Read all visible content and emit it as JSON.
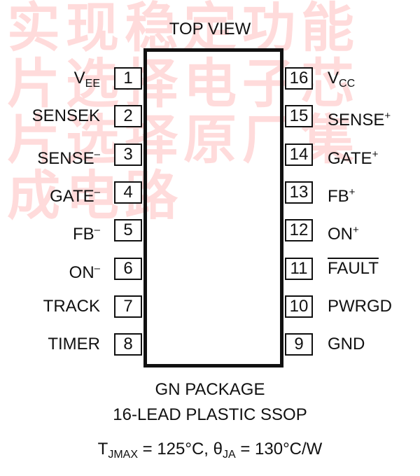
{
  "watermark": "实现稳定功能片选择电子芯片选择原厂集成电路",
  "title": "TOP VIEW",
  "pins_left": [
    {
      "num": "1",
      "label": "V",
      "sub": "EE",
      "sup": "",
      "overbar": false
    },
    {
      "num": "2",
      "label": "SENSEK",
      "sub": "",
      "sup": "",
      "overbar": false
    },
    {
      "num": "3",
      "label": "SENSE",
      "sub": "",
      "sup": "–",
      "overbar": false
    },
    {
      "num": "4",
      "label": "GATE",
      "sub": "",
      "sup": "–",
      "overbar": false
    },
    {
      "num": "5",
      "label": "FB",
      "sub": "",
      "sup": "–",
      "overbar": false
    },
    {
      "num": "6",
      "label": "ON",
      "sub": "",
      "sup": "–",
      "overbar": false
    },
    {
      "num": "7",
      "label": "TRACK",
      "sub": "",
      "sup": "",
      "overbar": false
    },
    {
      "num": "8",
      "label": "TIMER",
      "sub": "",
      "sup": "",
      "overbar": false
    }
  ],
  "pins_right": [
    {
      "num": "16",
      "label": "V",
      "sub": "CC",
      "sup": "",
      "overbar": false
    },
    {
      "num": "15",
      "label": "SENSE",
      "sub": "",
      "sup": "+",
      "overbar": false
    },
    {
      "num": "14",
      "label": "GATE",
      "sub": "",
      "sup": "+",
      "overbar": false
    },
    {
      "num": "13",
      "label": "FB",
      "sub": "",
      "sup": "+",
      "overbar": false
    },
    {
      "num": "12",
      "label": "ON",
      "sub": "",
      "sup": "+",
      "overbar": false
    },
    {
      "num": "11",
      "label": "FAULT",
      "sub": "",
      "sup": "",
      "overbar": true
    },
    {
      "num": "10",
      "label": "PWRGD",
      "sub": "",
      "sup": "",
      "overbar": false
    },
    {
      "num": "9",
      "label": "GND",
      "sub": "",
      "sup": "",
      "overbar": false
    }
  ],
  "package": {
    "line1": "GN PACKAGE",
    "line2": "16-LEAD PLASTIC SSOP"
  },
  "thermal": {
    "t_symbol": "T",
    "t_sub": "JMAX",
    "t_value": " = 125°C, ",
    "theta_symbol": "θ",
    "theta_sub": "JA",
    "theta_value": " = 130°C/W"
  }
}
